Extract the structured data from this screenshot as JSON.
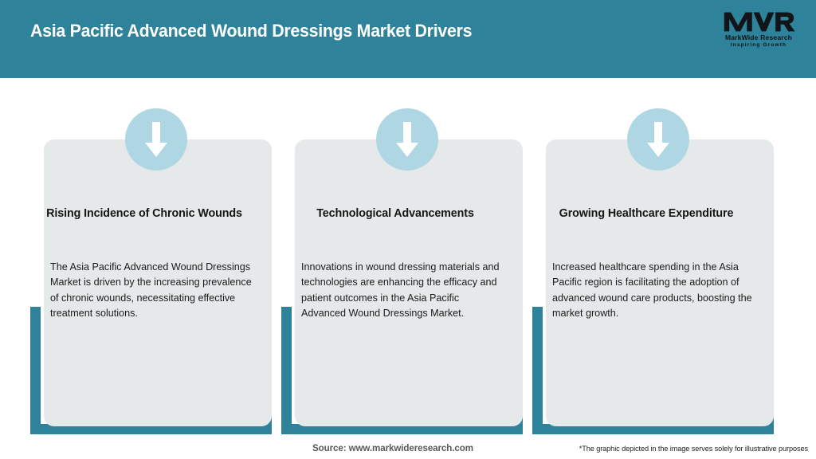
{
  "header": {
    "title": "Asia Pacific Advanced Wound Dressings Market Drivers",
    "background_color": "#2E8299",
    "title_color": "#FFFFFF"
  },
  "logo": {
    "mark": "MWR",
    "name": "MarkWide Research",
    "tagline": "Inspiring Growth"
  },
  "theme": {
    "accent_teal": "#2E8299",
    "card_bg": "#E6E9EA",
    "badge_blue": "#AFD6E3",
    "arrow_color": "#FFFFFF",
    "page_bg": "#FFFFFF"
  },
  "cards": [
    {
      "icon": "arrow-down-icon",
      "title": "Rising Incidence of Chronic Wounds",
      "body": "The Asia Pacific Advanced Wound Dressings Market is driven by the increasing prevalence of chronic wounds, necessitating effective treatment solutions."
    },
    {
      "icon": "arrow-down-icon",
      "title": "Technological Advancements",
      "body": "Innovations in wound dressing materials and technologies are enhancing the efficacy and patient outcomes in the Asia Pacific Advanced Wound Dressings Market."
    },
    {
      "icon": "arrow-down-icon",
      "title": "Growing Healthcare Expenditure",
      "body": "Increased healthcare spending in the Asia Pacific region is facilitating the adoption of advanced wound care products, boosting the market growth."
    }
  ],
  "footer": {
    "source": "Source: www.markwideresearch.com",
    "disclaimer": "*The graphic depicted in the image serves solely for illustrative purposes"
  }
}
